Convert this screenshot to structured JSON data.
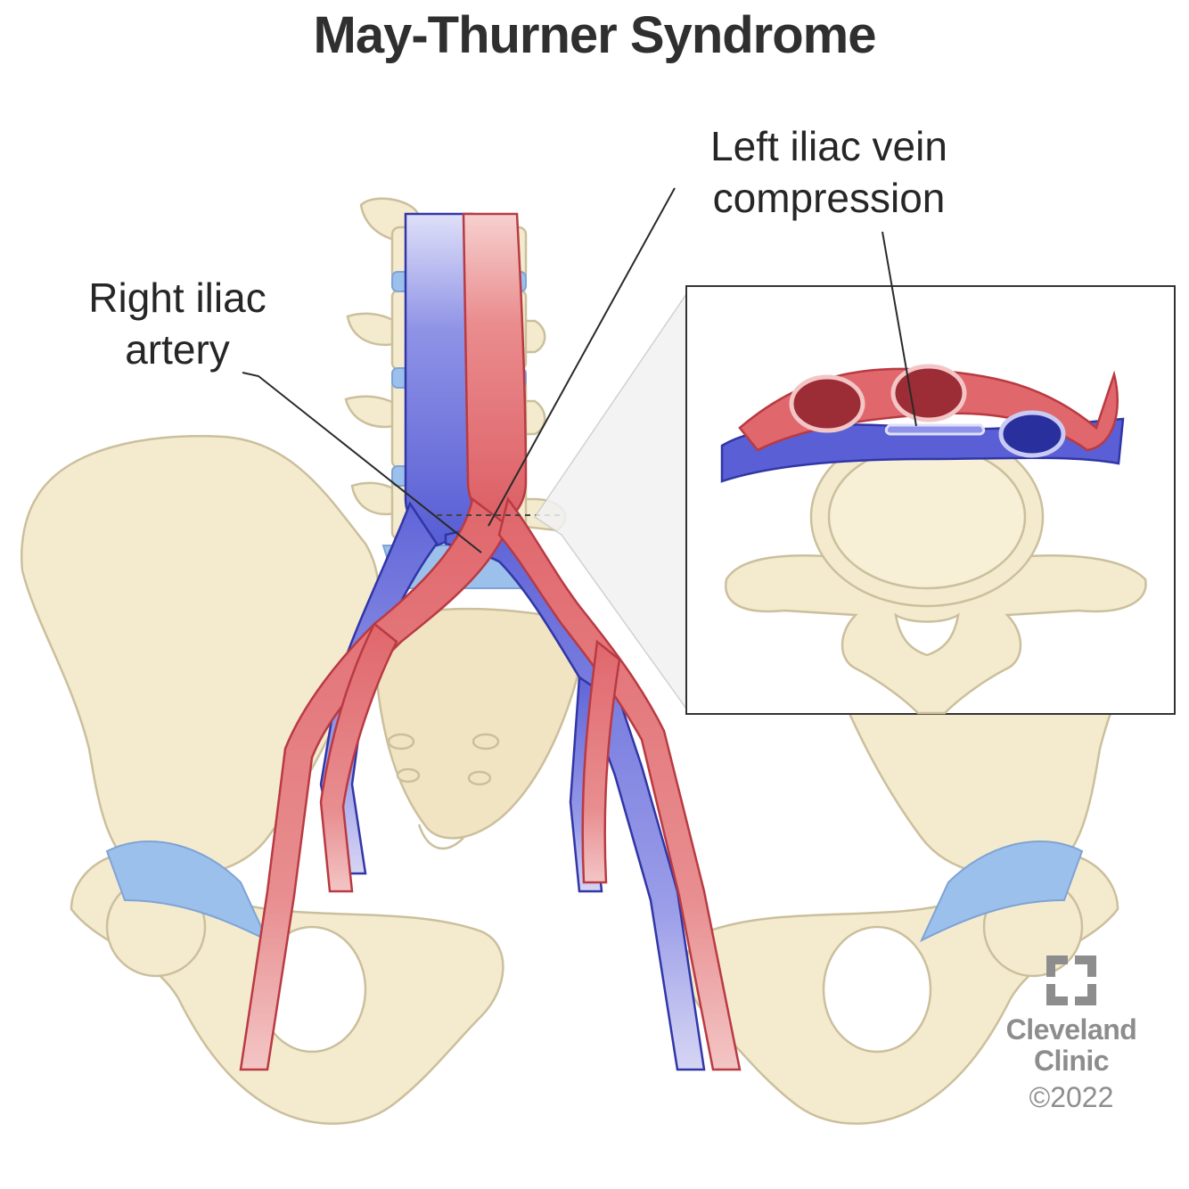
{
  "title": "May-Thurner Syndrome",
  "labels": {
    "right_iliac_artery": [
      "Right iliac",
      "artery"
    ],
    "left_iliac_vein_compression": [
      "Left iliac vein",
      "compression"
    ]
  },
  "credit": {
    "org_line1": "Cleveland",
    "org_line2": "Clinic",
    "year": "©2022"
  },
  "colors": {
    "bone": "#f4ebcf",
    "bone_outline": "#cbbf9c",
    "artery": "#e0676c",
    "artery_dark": "#b93a42",
    "vein": "#5a5fd6",
    "vein_dark": "#3136a6",
    "cartilage": "#9cc0ec",
    "text": "#262626",
    "logo_gray": "#8d8d8d"
  }
}
